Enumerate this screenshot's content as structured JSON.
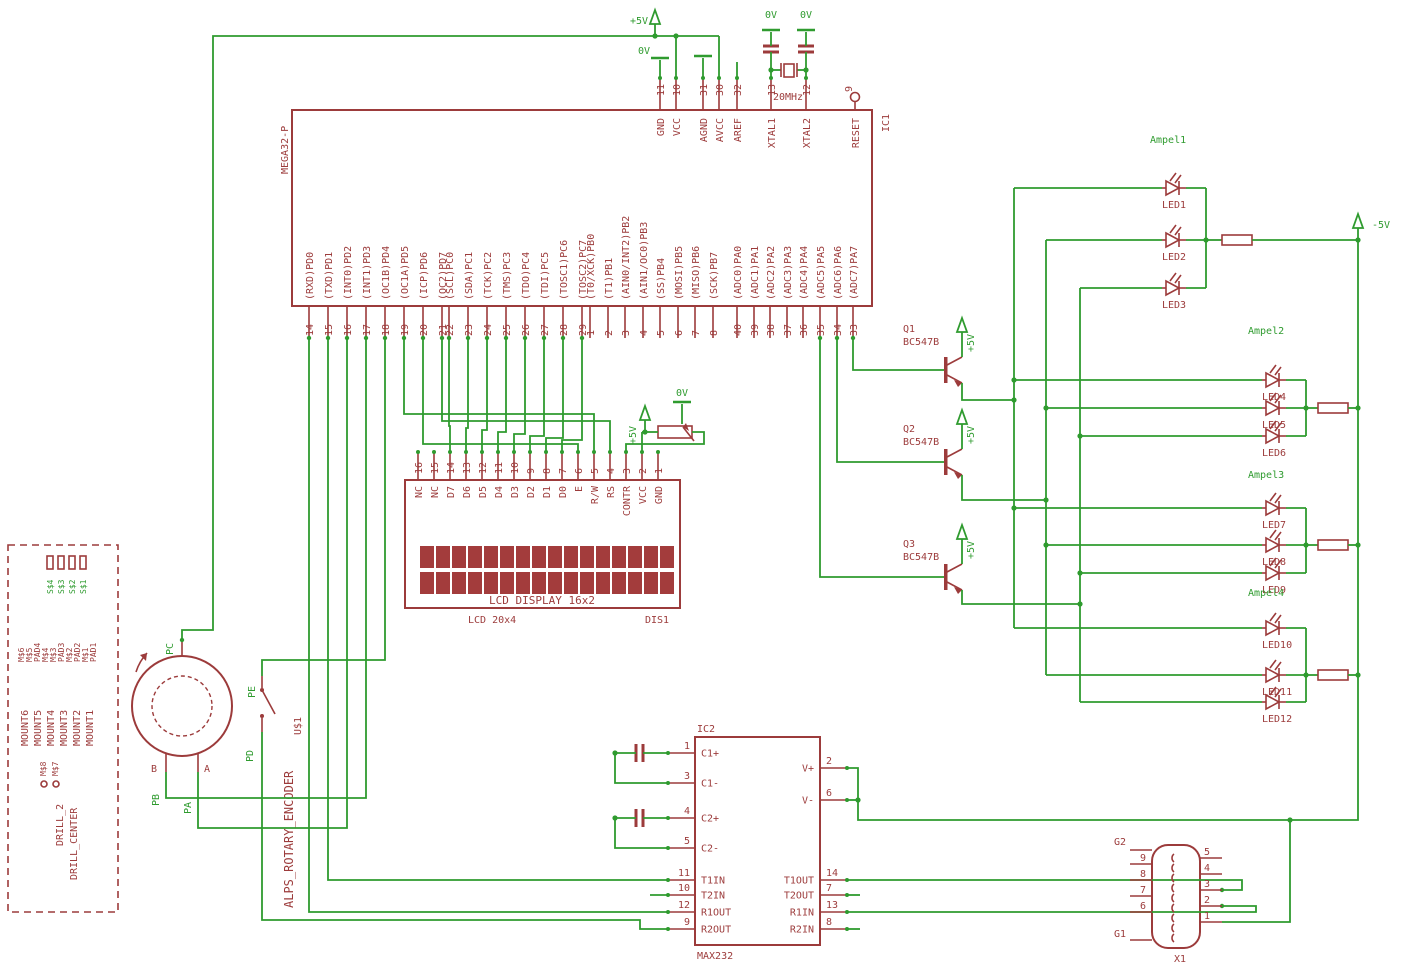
{
  "colors": {
    "wire": "#2f9b2f",
    "component": "#9c3b3b"
  },
  "nets": {
    "p5": "+5V",
    "n5": "-5V",
    "zero": "0V"
  },
  "ic1": {
    "ref": "IC1",
    "part": "MEGA32-P",
    "top_pins": [
      {
        "num": "11",
        "label": "GND"
      },
      {
        "num": "10",
        "label": "VCC"
      },
      {
        "num": "31",
        "label": "AGND"
      },
      {
        "num": "30",
        "label": "AVCC"
      },
      {
        "num": "32",
        "label": "AREF"
      },
      {
        "num": "13",
        "label": "XTAL1"
      },
      {
        "num": "12",
        "label": "XTAL2"
      },
      {
        "num": "9",
        "label": "RESET"
      }
    ],
    "bottom_pins": [
      {
        "num": "14",
        "label": "(RXD)PD0"
      },
      {
        "num": "15",
        "label": "(TXD)PD1"
      },
      {
        "num": "16",
        "label": "(INT0)PD2"
      },
      {
        "num": "17",
        "label": "(INT1)PD3"
      },
      {
        "num": "18",
        "label": "(OC1B)PD4"
      },
      {
        "num": "19",
        "label": "(OC1A)PD5"
      },
      {
        "num": "20",
        "label": "(ICP)PD6"
      },
      {
        "num": "21",
        "label": "(OC2)PD7"
      },
      {
        "num": "22",
        "label": "(SCL)PC0"
      },
      {
        "num": "23",
        "label": "(SDA)PC1"
      },
      {
        "num": "24",
        "label": "(TCK)PC2"
      },
      {
        "num": "25",
        "label": "(TMS)PC3"
      },
      {
        "num": "26",
        "label": "(TDO)PC4"
      },
      {
        "num": "27",
        "label": "(TDI)PC5"
      },
      {
        "num": "28",
        "label": "(TOSC1)PC6"
      },
      {
        "num": "29",
        "label": "(TOSC2)PC7"
      },
      {
        "num": "1",
        "label": "(T0/XCK)PB0"
      },
      {
        "num": "2",
        "label": "(T1)PB1"
      },
      {
        "num": "3",
        "label": "(AIN0/INT2)PB2"
      },
      {
        "num": "4",
        "label": "(AIN1/OC0)PB3"
      },
      {
        "num": "5",
        "label": "(SS)PB4"
      },
      {
        "num": "6",
        "label": "(MOSI)PB5"
      },
      {
        "num": "7",
        "label": "(MISO)PB6"
      },
      {
        "num": "8",
        "label": "(SCK)PB7"
      },
      {
        "num": "40",
        "label": "(ADC0)PA0"
      },
      {
        "num": "39",
        "label": "(ADC1)PA1"
      },
      {
        "num": "38",
        "label": "(ADC2)PA2"
      },
      {
        "num": "37",
        "label": "(ADC3)PA3"
      },
      {
        "num": "36",
        "label": "(ADC4)PA4"
      },
      {
        "num": "35",
        "label": "(ADC5)PA5"
      },
      {
        "num": "34",
        "label": "(ADC6)PA6"
      },
      {
        "num": "33",
        "label": "(ADC7)PA7"
      }
    ]
  },
  "crystal": {
    "value": "20MHz"
  },
  "lcd": {
    "ref": "DIS1",
    "value": "LCD 20x4",
    "title": "LCD DISPLAY 16x2",
    "pins": [
      {
        "num": "16",
        "label": "NC"
      },
      {
        "num": "15",
        "label": "NC"
      },
      {
        "num": "14",
        "label": "D7"
      },
      {
        "num": "13",
        "label": "D6"
      },
      {
        "num": "12",
        "label": "D5"
      },
      {
        "num": "11",
        "label": "D4"
      },
      {
        "num": "10",
        "label": "D3"
      },
      {
        "num": "9",
        "label": "D2"
      },
      {
        "num": "8",
        "label": "D1"
      },
      {
        "num": "7",
        "label": "D0"
      },
      {
        "num": "6",
        "label": "E"
      },
      {
        "num": "5",
        "label": "R/W"
      },
      {
        "num": "4",
        "label": "RS"
      },
      {
        "num": "3",
        "label": "CONTR"
      },
      {
        "num": "2",
        "label": "VCC"
      },
      {
        "num": "1",
        "label": "GND"
      }
    ]
  },
  "transistors": [
    {
      "ref": "Q1",
      "value": "BC547B"
    },
    {
      "ref": "Q2",
      "value": "BC547B"
    },
    {
      "ref": "Q3",
      "value": "BC547B"
    }
  ],
  "led_groups": [
    {
      "name": "Ampel1",
      "leds": [
        "LED1",
        "LED2",
        "LED3"
      ]
    },
    {
      "name": "Ampel2",
      "leds": [
        "LED4",
        "LED5",
        "LED6"
      ]
    },
    {
      "name": "Ampel3",
      "leds": [
        "LED7",
        "LED8",
        "LED9"
      ]
    },
    {
      "name": "Ampel4",
      "leds": [
        "LED10",
        "LED11",
        "LED12"
      ]
    }
  ],
  "ic2": {
    "ref": "IC2",
    "part": "MAX232",
    "left_pins": [
      {
        "num": "1",
        "label": "C1+"
      },
      {
        "num": "3",
        "label": "C1-"
      },
      {
        "num": "4",
        "label": "C2+"
      },
      {
        "num": "5",
        "label": "C2-"
      },
      {
        "num": "11",
        "label": "T1IN"
      },
      {
        "num": "10",
        "label": "T2IN"
      },
      {
        "num": "12",
        "label": "R1OUT"
      },
      {
        "num": "9",
        "label": "R2OUT"
      }
    ],
    "right_pins": [
      {
        "num": "2",
        "label": "V+"
      },
      {
        "num": "6",
        "label": "V-"
      },
      {
        "num": "14",
        "label": "T1OUT"
      },
      {
        "num": "7",
        "label": "T2OUT"
      },
      {
        "num": "13",
        "label": "R1IN"
      },
      {
        "num": "8",
        "label": "R2IN"
      }
    ]
  },
  "x1": {
    "ref": "X1",
    "gnd_top": "G2",
    "gnd_bottom": "G1",
    "left_pins": [
      "9",
      "8",
      "7",
      "6"
    ],
    "right_pins": [
      "5",
      "4",
      "3",
      "2",
      "1"
    ]
  },
  "encoder": {
    "ref": "U$1",
    "part": "ALPS_ROTARY_ENCODER",
    "net_pc": "PC",
    "net_pe": "PE",
    "net_pd": "PD",
    "net_pb": "PB",
    "net_pa": "PA",
    "pin_a": "A",
    "pin_b": "B"
  },
  "drill": {
    "name1": "DRILL_2",
    "name2": "DRILL_CENTER",
    "pads_row": [
      "M$6",
      "M$5",
      "PAD4",
      "M$4",
      "M$3",
      "PAD3",
      "M$2",
      "PAD2",
      "M$1",
      "PAD1"
    ],
    "mounts": [
      "MOUNT6",
      "MOUNT5",
      "MOUNT4",
      "MOUNT3",
      "MOUNT2",
      "MOUNT1"
    ],
    "m_extra": [
      "M$8",
      "M$7"
    ],
    "s_refs": [
      "S$4",
      "S$3",
      "S$2",
      "S$1"
    ]
  }
}
